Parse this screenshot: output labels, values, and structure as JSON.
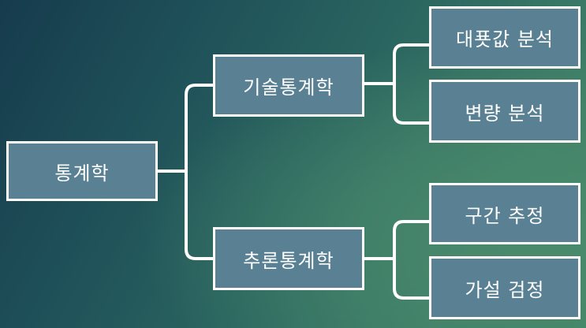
{
  "diagram": {
    "root": {
      "label": "통계학"
    },
    "branches": [
      {
        "label": "기술통계학",
        "children": [
          {
            "label": "대푯값 분석"
          },
          {
            "label": "변량 분석"
          }
        ]
      },
      {
        "label": "추론통계학",
        "children": [
          {
            "label": "구간 추정"
          },
          {
            "label": "가설 검정"
          }
        ]
      }
    ],
    "colors": {
      "node_fill": "#5a8193",
      "node_border": "#ffffff",
      "connector": "#ffffff",
      "background_dark": "#163b4d",
      "background_light": "#418468"
    }
  }
}
